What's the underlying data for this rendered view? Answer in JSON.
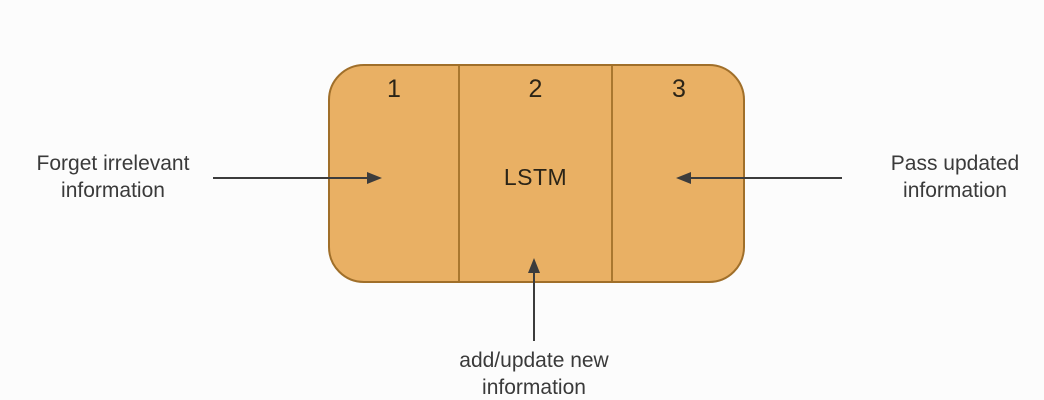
{
  "colors": {
    "background": "#fcfcfc",
    "box_fill": "#e9b064",
    "box_border": "#a06f2a",
    "divider": "#a9772f",
    "arrow": "#3c3c3c",
    "label_text": "#3a3a3a",
    "box_text": "#2b2417"
  },
  "box": {
    "section_numbers": [
      "1",
      "2",
      "3"
    ],
    "center_label": "LSTM"
  },
  "labels": {
    "left": "Forget irrelevant\ninformation",
    "right": "Pass updated\ninformation",
    "bottom": "add/update new\ninformation"
  }
}
